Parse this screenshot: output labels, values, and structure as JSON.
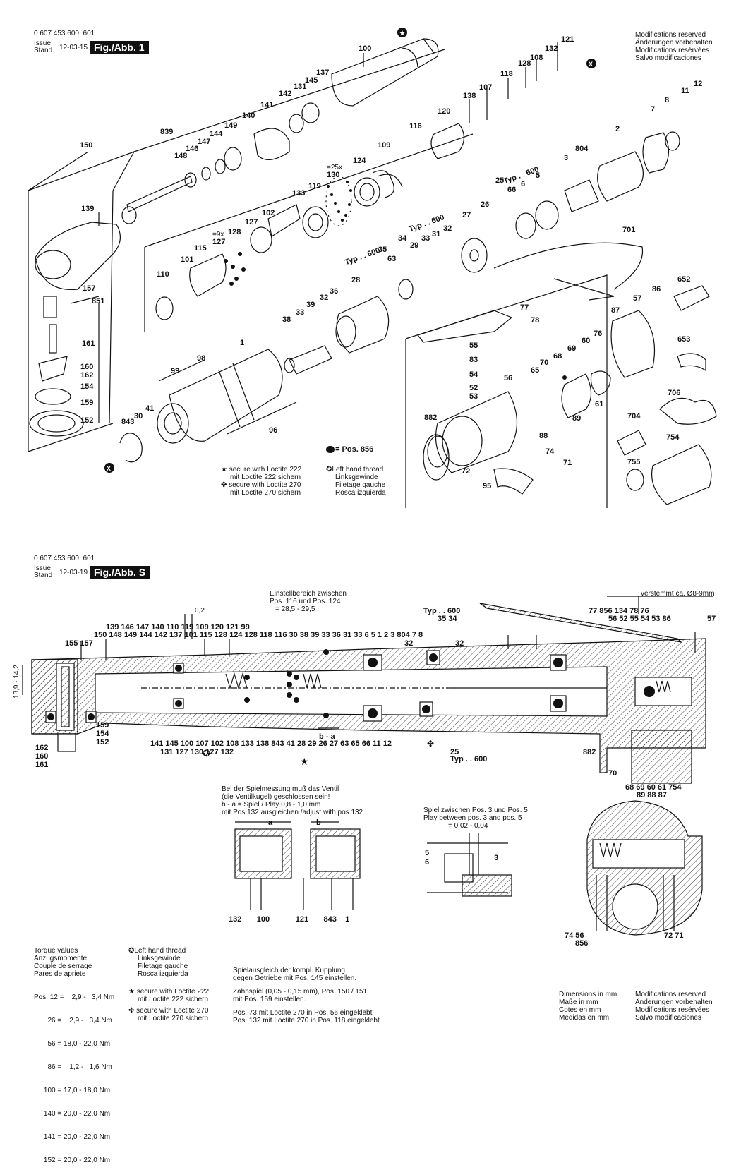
{
  "top": {
    "doc_number": "0 607 453 600; 601",
    "issue": "Issue",
    "stand": "Stand",
    "date": "12-03-15",
    "fig_label": "Fig./Abb. 1",
    "modifications": [
      "Modifications reserved",
      "Änderungen vorbehalten",
      "Modifications resérvées",
      "Salvo modificaciones"
    ],
    "pos_legend": "= Pos. 856",
    "loctite222": [
      "secure with Loctite 222",
      "mit Loctite 222 sichern"
    ],
    "loctite270": [
      "secure with Loctite 270",
      "mit Loctite 270 sichern"
    ],
    "left_hand": [
      "Left hand thread",
      "Linksgewinde",
      "Filetage gauche",
      "Rosca izquierda"
    ],
    "callouts": [
      {
        "id": "c100",
        "text": "100"
      },
      {
        "id": "c121",
        "text": "121"
      },
      {
        "id": "c132",
        "text": "132"
      },
      {
        "id": "c108",
        "text": "108"
      },
      {
        "id": "c128",
        "text": "128"
      },
      {
        "id": "c118",
        "text": "118"
      },
      {
        "id": "c107",
        "text": "107"
      },
      {
        "id": "c138",
        "text": "138"
      },
      {
        "id": "c137",
        "text": "137"
      },
      {
        "id": "c145",
        "text": "145"
      },
      {
        "id": "c131",
        "text": "131"
      },
      {
        "id": "c142",
        "text": "142"
      },
      {
        "id": "c141",
        "text": "141"
      },
      {
        "id": "c140",
        "text": "140"
      },
      {
        "id": "c149",
        "text": "149"
      },
      {
        "id": "c144",
        "text": "144"
      },
      {
        "id": "c147",
        "text": "147"
      },
      {
        "id": "c146",
        "text": "146"
      },
      {
        "id": "c148",
        "text": "148"
      },
      {
        "id": "c839",
        "text": "839"
      },
      {
        "id": "c150",
        "text": "150"
      },
      {
        "id": "c120",
        "text": "120"
      },
      {
        "id": "c116",
        "text": "116"
      },
      {
        "id": "c109",
        "text": "109"
      },
      {
        "id": "c124",
        "text": "124"
      },
      {
        "id": "c130",
        "text": "130"
      },
      {
        "id": "c25x",
        "text": "=25x"
      },
      {
        "id": "c119",
        "text": "119"
      },
      {
        "id": "c133",
        "text": "133"
      },
      {
        "id": "c102",
        "text": "102"
      },
      {
        "id": "c127a",
        "text": "127"
      },
      {
        "id": "c9x",
        "text": "=9x"
      },
      {
        "id": "c128b",
        "text": "128"
      },
      {
        "id": "c127b",
        "text": "127"
      },
      {
        "id": "c115",
        "text": "115"
      },
      {
        "id": "c101",
        "text": "101"
      },
      {
        "id": "c110",
        "text": "110"
      },
      {
        "id": "c139",
        "text": "139"
      },
      {
        "id": "c157",
        "text": "157"
      },
      {
        "id": "c851",
        "text": "851"
      },
      {
        "id": "c161",
        "text": "161"
      },
      {
        "id": "c160",
        "text": "160"
      },
      {
        "id": "c162",
        "text": "162"
      },
      {
        "id": "c154",
        "text": "154"
      },
      {
        "id": "c159",
        "text": "159"
      },
      {
        "id": "c152",
        "text": "152"
      },
      {
        "id": "c843",
        "text": "843"
      },
      {
        "id": "c30",
        "text": "30"
      },
      {
        "id": "c41",
        "text": "41"
      },
      {
        "id": "c99",
        "text": "99"
      },
      {
        "id": "c98",
        "text": "98"
      },
      {
        "id": "c1",
        "text": "1"
      },
      {
        "id": "c96",
        "text": "96"
      },
      {
        "id": "c38",
        "text": "38"
      },
      {
        "id": "c33",
        "text": "33"
      },
      {
        "id": "c39",
        "text": "39"
      },
      {
        "id": "c32",
        "text": "32"
      },
      {
        "id": "c36",
        "text": "36"
      },
      {
        "id": "c28",
        "text": "28"
      },
      {
        "id": "c63",
        "text": "63"
      },
      {
        "id": "c35",
        "text": "35"
      },
      {
        "id": "c29",
        "text": "29"
      },
      {
        "id": "c34",
        "text": "34"
      },
      {
        "id": "c33b",
        "text": "33"
      },
      {
        "id": "c31",
        "text": "31"
      },
      {
        "id": "c32b",
        "text": "32"
      },
      {
        "id": "c27",
        "text": "27"
      },
      {
        "id": "c26",
        "text": "26"
      },
      {
        "id": "c25",
        "text": "25"
      },
      {
        "id": "c66",
        "text": "66"
      },
      {
        "id": "c6",
        "text": "6"
      },
      {
        "id": "c5",
        "text": "5"
      },
      {
        "id": "c3",
        "text": "3"
      },
      {
        "id": "c804",
        "text": "804"
      },
      {
        "id": "c2",
        "text": "2"
      },
      {
        "id": "c7",
        "text": "7"
      },
      {
        "id": "c8",
        "text": "8"
      },
      {
        "id": "c11",
        "text": "11"
      },
      {
        "id": "c12",
        "text": "12"
      },
      {
        "id": "c701",
        "text": "701"
      },
      {
        "id": "c652",
        "text": "652"
      },
      {
        "id": "c86",
        "text": "86"
      },
      {
        "id": "c57",
        "text": "57"
      },
      {
        "id": "c87",
        "text": "87"
      },
      {
        "id": "c76",
        "text": "76"
      },
      {
        "id": "c60",
        "text": "60"
      },
      {
        "id": "c69",
        "text": "69"
      },
      {
        "id": "c68",
        "text": "68"
      },
      {
        "id": "c70",
        "text": "70"
      },
      {
        "id": "c65",
        "text": "65"
      },
      {
        "id": "c56",
        "text": "56"
      },
      {
        "id": "c653",
        "text": "653"
      },
      {
        "id": "c706",
        "text": "706"
      },
      {
        "id": "c61",
        "text": "61"
      },
      {
        "id": "c89",
        "text": "89"
      },
      {
        "id": "c704",
        "text": "704"
      },
      {
        "id": "c754",
        "text": "754"
      },
      {
        "id": "c755",
        "text": "755"
      },
      {
        "id": "c77",
        "text": "77"
      },
      {
        "id": "c78",
        "text": "78"
      },
      {
        "id": "c55",
        "text": "55"
      },
      {
        "id": "c83",
        "text": "83"
      },
      {
        "id": "c54",
        "text": "54"
      },
      {
        "id": "c52",
        "text": "52"
      },
      {
        "id": "c53",
        "text": "53"
      },
      {
        "id": "c882",
        "text": "882"
      },
      {
        "id": "c88",
        "text": "88"
      },
      {
        "id": "c74",
        "text": "74"
      },
      {
        "id": "c71",
        "text": "71"
      },
      {
        "id": "c72",
        "text": "72"
      },
      {
        "id": "c95",
        "text": "95"
      }
    ],
    "typ_labels": [
      "Typ . . 600",
      "Typ . . 600",
      "Typ . . 600"
    ]
  },
  "bottom": {
    "doc_number": "0 607 453 600; 601",
    "issue": "Issue",
    "stand": "Stand",
    "date": "12-03-19",
    "fig_label": "Fig./Abb. S",
    "setting_range": [
      "Einstellbereich zwischen",
      "Pos. 116 und Pos. 124",
      "= 28,5 - 29,5"
    ],
    "caulked": "verstemmt ca. Ø8-9mm",
    "dim_02": "0,2",
    "dim_height": "13,9 - 14,2",
    "ba": "b - a",
    "typ_top": "Typ . . 600",
    "typ_bottom": "Typ . . 600",
    "top_numbers": "139 146 147   140          110  119        109          120 121  99",
    "top_numbers2": "150 148 149 144   142   137  101   115  128 124   128 118  116        30   38 39  33 36   31  33  6 5    1      2 3  804   7 8",
    "top_left": "155 157",
    "right_top": "77   856        134   78 76",
    "right_top2": "56   52     55   54 53        86",
    "right_57": "57",
    "typ_mid": "35 34",
    "mid_32": "32",
    "mid_32b": "32",
    "bottom_numbers": "141   145     100 107     102     108      133 138     843 41      28 29      26    27          63         65 66    11 12",
    "bottom_numbers2": "131                 127     130 127   132",
    "bottom_left": [
      "159",
      "154",
      "152"
    ],
    "bottom_far_left": [
      "162",
      "160",
      "161"
    ],
    "n882": "882",
    "n25": "25",
    "n70": "70",
    "right_bottom": "68 69 60      61     754",
    "right_bottom2": "89 88        87",
    "valve_note": [
      "Bei der Spielmessung muß das Ventil",
      "(die Ventilkugel) geschlossen sein!",
      "b - a = Spiel / Play 0,8 - 1,0 mm",
      "mit Pos.132 ausgleichen /adjust with pos.132"
    ],
    "detail_a": "a",
    "detail_b": "b",
    "detail_nums": "132       100            121       843    1",
    "play_note": [
      "Spiel zwischen Pos. 3 und Pos. 5",
      "Play between pos. 3 and pos. 5",
      "= 0,02 - 0,04"
    ],
    "play_nums": {
      "n5": "5",
      "n6": "6",
      "n3": "3"
    },
    "valve_nums": {
      "left": "74 56",
      "left2": "856",
      "right": "72 71"
    },
    "torque_title": [
      "Torque values",
      "Anzugsmomente",
      "Couple de serrage",
      "Pares de apriete"
    ],
    "torque": [
      "Pos. 12 =    2,9 -   3,4 Nm",
      "       26 =    2,9 -   3,4 Nm",
      "       56 = 18,0 - 22,0 Nm",
      "       86 =    1,2 -   1,6 Nm",
      "     100 = 17,0 - 18,0 Nm",
      "     140 = 20,0 - 22,0 Nm",
      "     141 = 20,0 - 22,0 Nm",
      "     152 = 20,0 - 22,0 Nm"
    ],
    "left_hand": [
      "Left hand thread",
      "Linksgewinde",
      "Filetage gauche",
      "Rosca izquierda"
    ],
    "loctite222": [
      "secure with Loctite 222",
      "mit Loctite 222 sichern"
    ],
    "loctite270": [
      "secure with Loctite 270",
      "mit Loctite 270 sichern"
    ],
    "notes": [
      "Spielausgleich der kompl. Kupplung",
      "gegen Getriebe mit Pos. 145 einstellen.",
      "Zahnspiel (0,05 - 0,15 mm), Pos. 150 / 151",
      "mit Pos. 159 einstellen.",
      "Pos.   73 mit Loctite 270 in Pos.   56 eingeklebt",
      "Pos. 132 mit Loctite 270 in Pos. 118 eingeklebt"
    ],
    "dimensions": [
      "Dimensions in mm",
      "Maße in mm",
      "Cotes en mm",
      "Medidas en mm"
    ],
    "modifications": [
      "Modifications reserved",
      "Änderungen vorbehalten",
      "Modifications resérvées",
      "Salvo modificaciones"
    ]
  }
}
